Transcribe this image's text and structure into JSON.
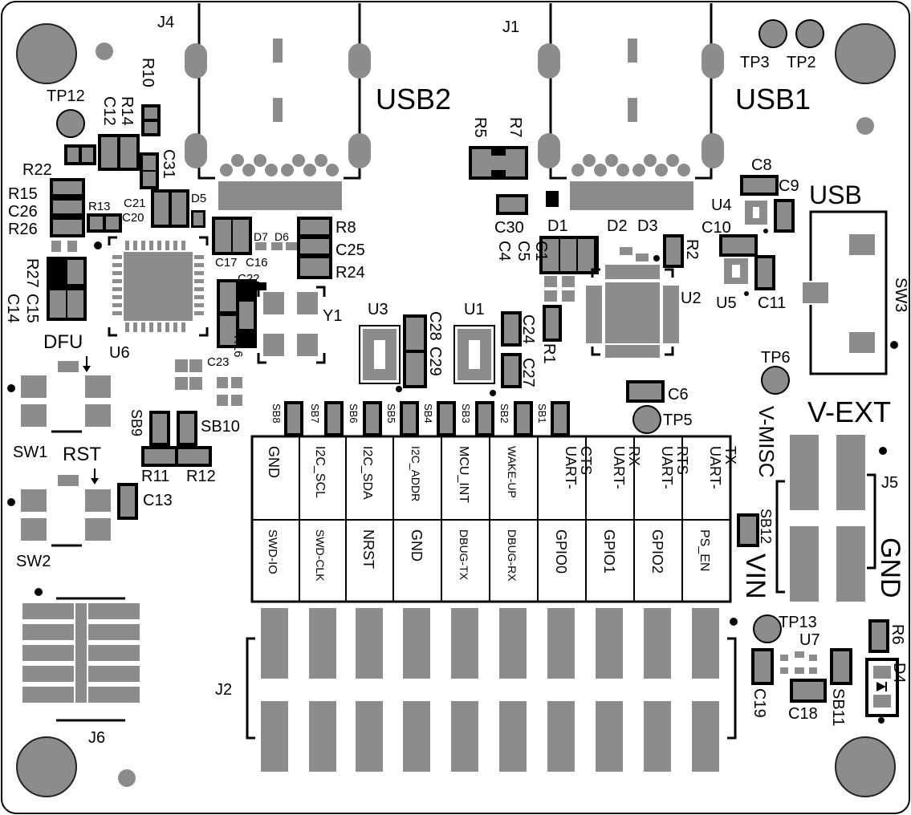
{
  "board": {
    "connectors": {
      "j4": "J4",
      "j1": "J1",
      "j2": "J2",
      "j5": "J5",
      "j6": "J6",
      "usb1": "USB1",
      "usb2": "USB2",
      "usb": "USB"
    },
    "test_points": {
      "tp2": "TP2",
      "tp3": "TP3",
      "tp5": "TP5",
      "tp6": "TP6",
      "tp12": "TP12",
      "tp13": "TP13"
    },
    "buttons": {
      "sw1": "SW1",
      "sw2": "SW2",
      "sw3": "SW3",
      "dfu": "DFU",
      "rst": "RST"
    },
    "ics": {
      "u1": "U1",
      "u2": "U2",
      "u3": "U3",
      "u4": "U4",
      "u5": "U5",
      "u6": "U6",
      "u7": "U7",
      "y1": "Y1"
    },
    "power": {
      "vext": "V-EXT",
      "vmisc": "V-MISC",
      "vin": "VIN",
      "gnd": "GND"
    },
    "components": {
      "r1": "R1",
      "r2": "R2",
      "r5": "R5",
      "r6": "R6",
      "r7": "R7",
      "r8": "R8",
      "r10": "R10",
      "r11": "R11",
      "r12": "R12",
      "r13": "R13",
      "r14": "R14",
      "r15": "R15",
      "r16": "R16",
      "r22": "R22",
      "r24": "R24",
      "r26": "R26",
      "r27": "R27",
      "c1": "C1",
      "c4": "C4",
      "c5": "C5",
      "c6": "C6",
      "c8": "C8",
      "c9": "C9",
      "c10": "C10",
      "c11": "C11",
      "c12": "C12",
      "c13": "C13",
      "c14": "C14",
      "c15": "C15",
      "c16": "C16",
      "c17": "C17",
      "c18": "C18",
      "c19": "C19",
      "c20": "C20",
      "c21": "C21",
      "c22": "C22",
      "c23": "C23",
      "c24": "C24",
      "c25": "C25",
      "c26": "C26",
      "c27": "C27",
      "c28": "C28",
      "c29": "C29",
      "c30": "C30",
      "c31": "C31",
      "d1": "D1",
      "d2": "D2",
      "d3": "D3",
      "d4": "D4",
      "d5": "D5",
      "d6": "D6",
      "d7": "D7",
      "sb9": "SB9",
      "sb10": "SB10",
      "sb11": "SB11",
      "sb12": "SB12"
    },
    "solder_bridges": [
      "SB8",
      "SB7",
      "SB6",
      "SB5",
      "SB4",
      "SB3",
      "SB2",
      "SB1"
    ],
    "header_top_row": [
      "GND",
      "I2C_SCL",
      "I2C_SDA",
      "I2C_ADDR",
      "MCU_INT",
      "WAKE-UP",
      "UART-\nCTS",
      "UART-\nRX",
      "UART-\nRTS",
      "UART-\nTX"
    ],
    "header_bottom_row": [
      "SWD-IO",
      "SWD-CLK",
      "NRST",
      "GND",
      "DBUG-TX",
      "DBUG-RX",
      "GPIO0",
      "GPIO1",
      "GPIO2",
      "PS_EN"
    ]
  }
}
